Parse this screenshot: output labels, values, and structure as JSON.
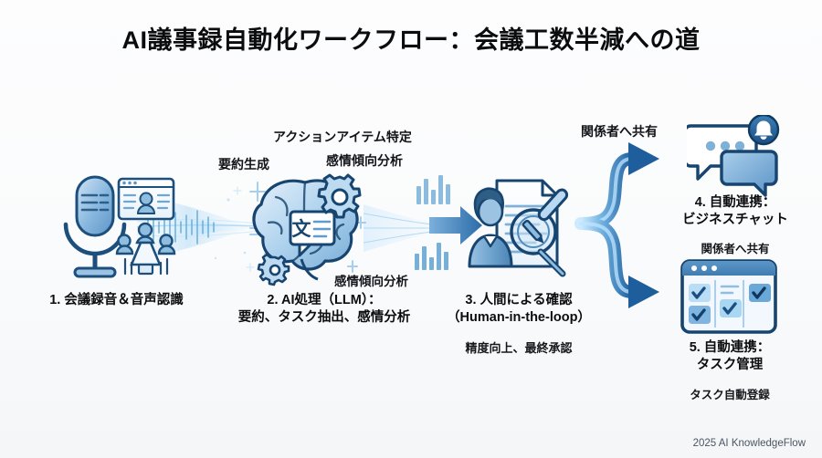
{
  "page": {
    "title": "AI議事録自動化ワークフロー：会議工数半減への道",
    "footer": "2025 AI KnowledgeFlow",
    "background_color": "#fbfbfc",
    "accent_color": "#2f6fb5",
    "accent_dark": "#1b4f84",
    "accent_light": "#a9cdeb"
  },
  "steps": [
    {
      "id": "step-1",
      "number": "1.",
      "label_line1": "1. 会議録音＆音声認識",
      "label_line2": "",
      "sublabel": "",
      "icon": "microphone-meeting-icon"
    },
    {
      "id": "step-2",
      "number": "2.",
      "label_line1": "2. AI処理（LLM）：",
      "label_line2": "要約、タスク抽出、感情分析",
      "sublabel": "",
      "icon": "brain-gears-icon"
    },
    {
      "id": "step-3",
      "number": "3.",
      "label_line1": "3. 人間による確認",
      "label_line2": "（Human-in-the-loop）",
      "sublabel": "精度向上、最終承認",
      "icon": "person-document-magnifier-icon"
    },
    {
      "id": "step-4",
      "number": "4.",
      "label_line1": "4. 自動連携：",
      "label_line2": "ビジネスチャット",
      "sublabel": "関係者へ共有",
      "icon": "chat-bubbles-bell-icon"
    },
    {
      "id": "step-5",
      "number": "5.",
      "label_line1": "5. 自動連携：",
      "label_line2": "タスク管理",
      "sublabel": "タスク自動登録",
      "icon": "kanban-board-icon"
    }
  ],
  "annotations": {
    "summary_generation": "要約生成",
    "action_item_detection": "アクションアイテム特定",
    "sentiment_trend_top": "感情傾向分析",
    "sentiment_trend_bottom": "感情傾向分析",
    "share_to_stakeholders": "関係者へ共有"
  },
  "brain_bubble_char": "文"
}
